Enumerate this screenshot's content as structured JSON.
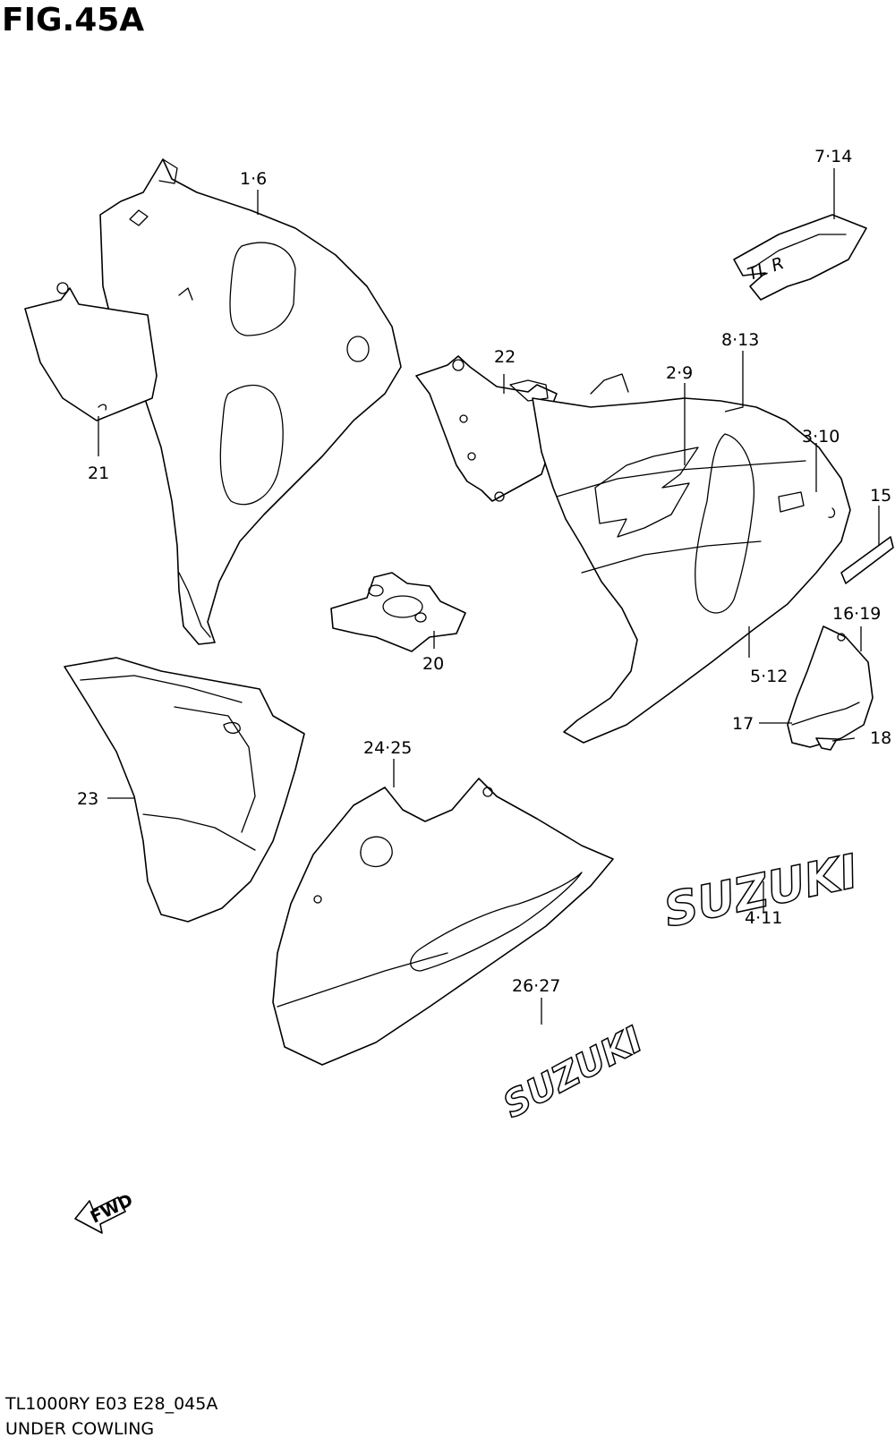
{
  "header": {
    "title": "FIG.45A"
  },
  "footer": {
    "model_code": "TL1000RY E03 E28_045A",
    "section_name": "UNDER COWLING"
  },
  "callouts": [
    {
      "id": "c-1-6",
      "text": "1·6"
    },
    {
      "id": "c-7-14",
      "text": "7·14"
    },
    {
      "id": "c-8-13",
      "text": "8·13"
    },
    {
      "id": "c-2-9",
      "text": "2·9"
    },
    {
      "id": "c-3-10",
      "text": "3·10"
    },
    {
      "id": "c-22",
      "text": "22"
    },
    {
      "id": "c-21",
      "text": "21"
    },
    {
      "id": "c-15",
      "text": "15"
    },
    {
      "id": "c-16-19",
      "text": "16·19"
    },
    {
      "id": "c-20",
      "text": "20"
    },
    {
      "id": "c-5-12",
      "text": "5·12"
    },
    {
      "id": "c-17",
      "text": "17"
    },
    {
      "id": "c-18",
      "text": "18"
    },
    {
      "id": "c-23",
      "text": "23"
    },
    {
      "id": "c-24-25",
      "text": "24·25"
    },
    {
      "id": "c-4-11",
      "text": "4·11"
    },
    {
      "id": "c-26-27",
      "text": "26·27"
    }
  ],
  "decals": {
    "suzuki_large": "SUZUKI",
    "suzuki_small": "SUZUKI",
    "tlr_logo": "TL R",
    "fwd_arrow": "FWD"
  }
}
